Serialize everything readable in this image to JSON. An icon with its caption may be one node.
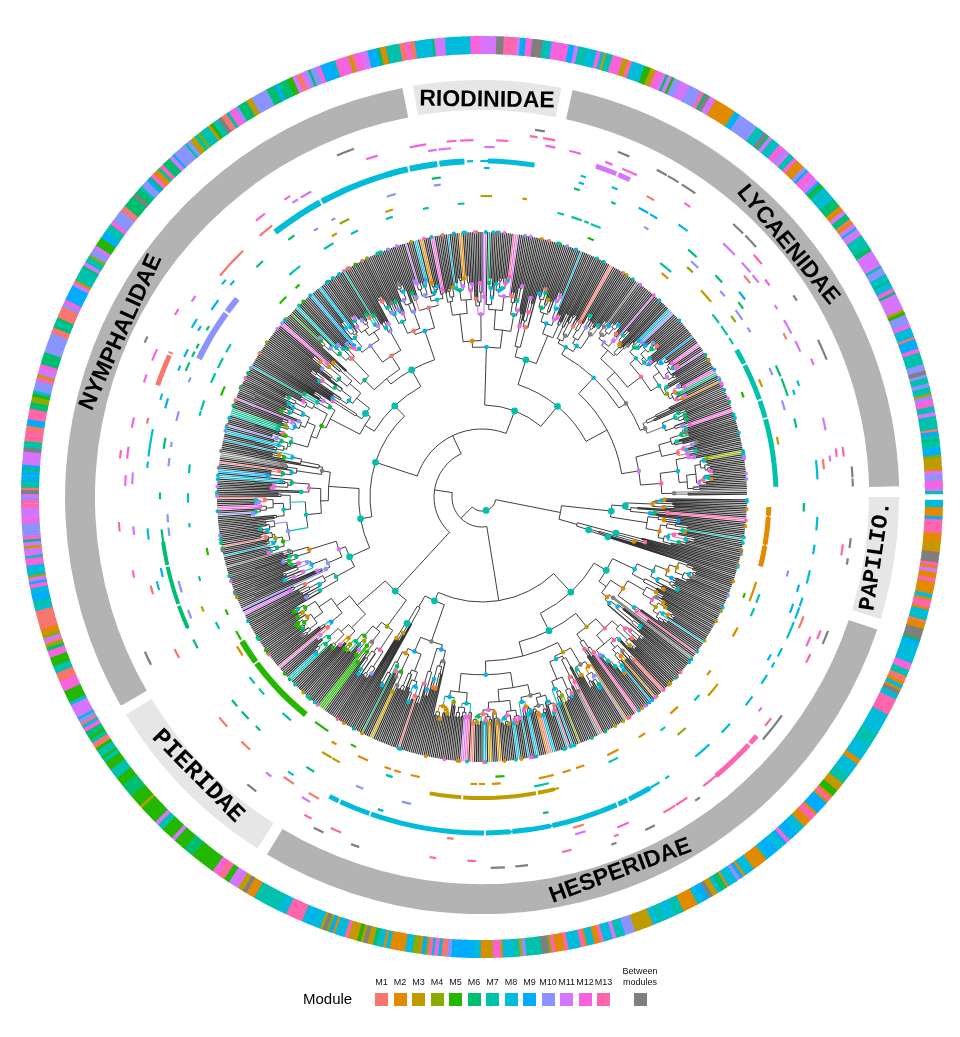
{
  "diagram": {
    "nodes": [
      {
        "text": [
          "RIODINIDAE"
        ]
      },
      {
        "text": [
          "LYCAENIDAE"
        ]
      },
      {
        "text": [
          "PAPILIO."
        ]
      },
      {
        "text": [
          "HESPERIDAE"
        ]
      },
      {
        "text": [
          "PIERIDAE"
        ]
      },
      {
        "text": [
          "NYMPHALIDAE"
        ]
      }
    ],
    "labels": [
      "Module"
    ],
    "legend": [
      {
        "text": "M1",
        "color": "#f8766d"
      },
      {
        "text": "M2",
        "color": "#e18a00"
      },
      {
        "text": "M3",
        "color": "#be9c00"
      },
      {
        "text": "M4",
        "color": "#8cab00"
      },
      {
        "text": "M5",
        "color": "#24b700"
      },
      {
        "text": "M6",
        "color": "#00be70"
      },
      {
        "text": "M7",
        "color": "#00c1ab"
      },
      {
        "text": "M8",
        "color": "#00bbda"
      },
      {
        "text": "M9",
        "color": "#00acfc"
      },
      {
        "text": "M10",
        "color": "#8b93ff"
      },
      {
        "text": "M11",
        "color": "#d575fe"
      },
      {
        "text": "M12",
        "color": "#f962dd"
      },
      {
        "text": "M13",
        "color": "#ff65ac"
      },
      {
        "text": "Between modules",
        "color": "#7f7f7f"
      }
    ]
  }
}
